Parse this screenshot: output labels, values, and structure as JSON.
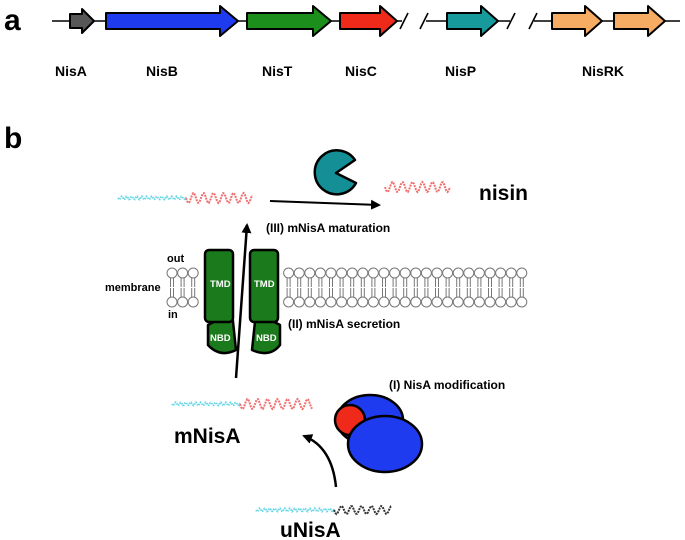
{
  "panels": {
    "a": "a",
    "b": "b"
  },
  "genes": [
    {
      "label": "NisA",
      "color": "#575757"
    },
    {
      "label": "NisB",
      "color": "#1f3bf0"
    },
    {
      "label": "NisT",
      "color": "#1b8e1b"
    },
    {
      "label": "NisC",
      "color": "#f02a1a"
    },
    {
      "label": "NisP",
      "color": "#169a9c"
    },
    {
      "label": "NisRK",
      "color": "#f7ac64"
    }
  ],
  "diagram": {
    "membrane_label": "membrane",
    "out_label": "out",
    "in_label": "in",
    "tmd_label": "TMD",
    "nbd_label": "NBD",
    "steps": {
      "modification": "(I) NisA modification",
      "secretion": "(II) mNisA secretion",
      "maturation": "(III) mNisA maturation"
    },
    "peptides": {
      "nisin": "nisin",
      "mnisa": "mNisA",
      "unisa": "uNisA"
    },
    "colors": {
      "leader": "#6fd8e6",
      "core_modified": "#f07070",
      "core_unmodified": "#333333",
      "transporter": "#1b7a1b",
      "protease": "#158f96",
      "modifier_blue": "#1f3bf0",
      "modifier_red": "#f02a1a"
    }
  }
}
